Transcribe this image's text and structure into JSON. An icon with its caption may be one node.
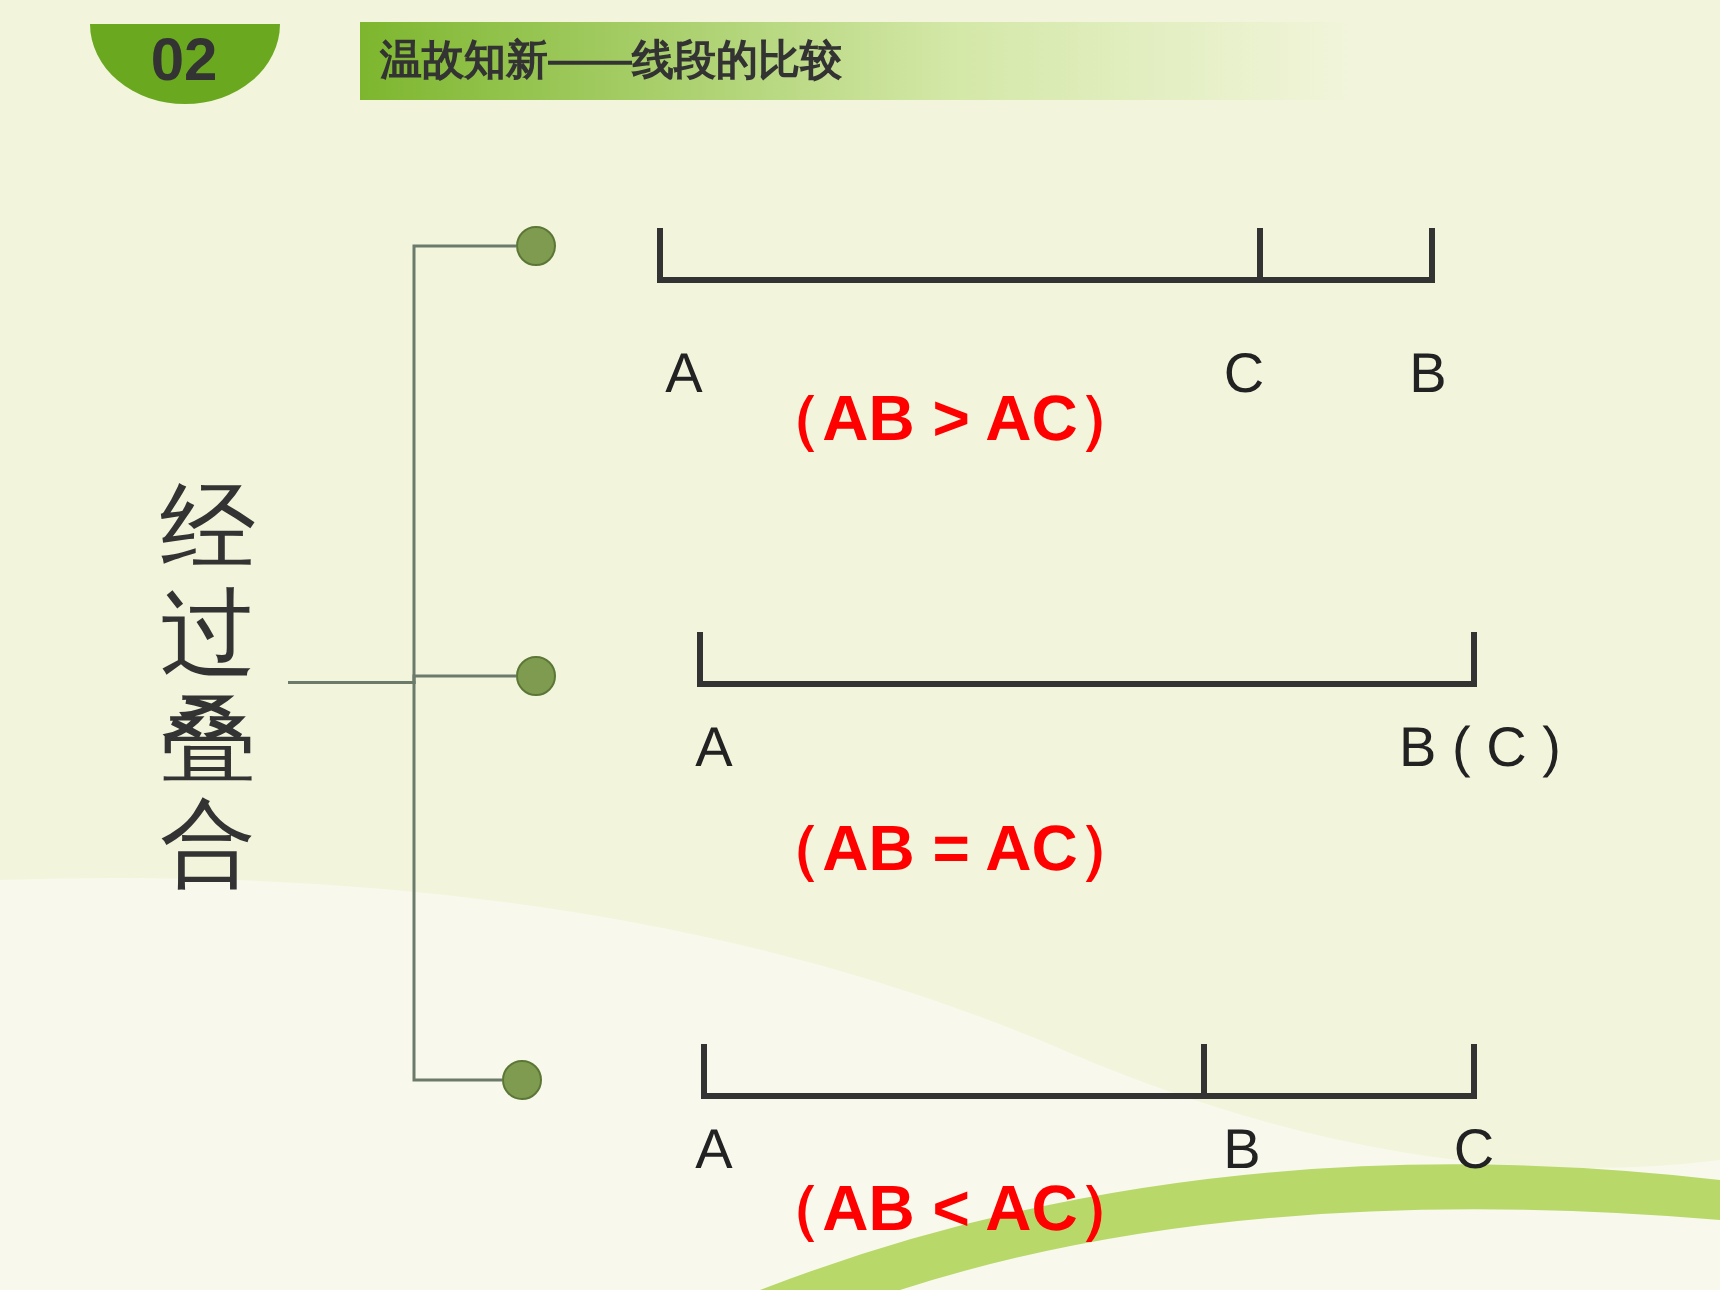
{
  "diagram": {
    "title": "温故知新——线段的比较",
    "nodes": [
      {
        "text": [
          "经过叠合"
        ]
      },
      {
        "text": [],
        "shape": "circle"
      },
      {
        "text": [],
        "shape": "circle"
      },
      {
        "text": [],
        "shape": "circle"
      }
    ],
    "edges": [
      {
        "from": 0,
        "to": 1,
        "arrow": "none"
      },
      {
        "from": 0,
        "to": 2,
        "arrow": "none"
      },
      {
        "from": 0,
        "to": 3,
        "arrow": "none"
      }
    ],
    "labels": [
      "02",
      "A",
      "C",
      "B",
      "（AB > AC）",
      "A",
      "B ( C )",
      "（AB = AC）",
      "A",
      "B",
      "C",
      "（AB < AC）"
    ]
  }
}
